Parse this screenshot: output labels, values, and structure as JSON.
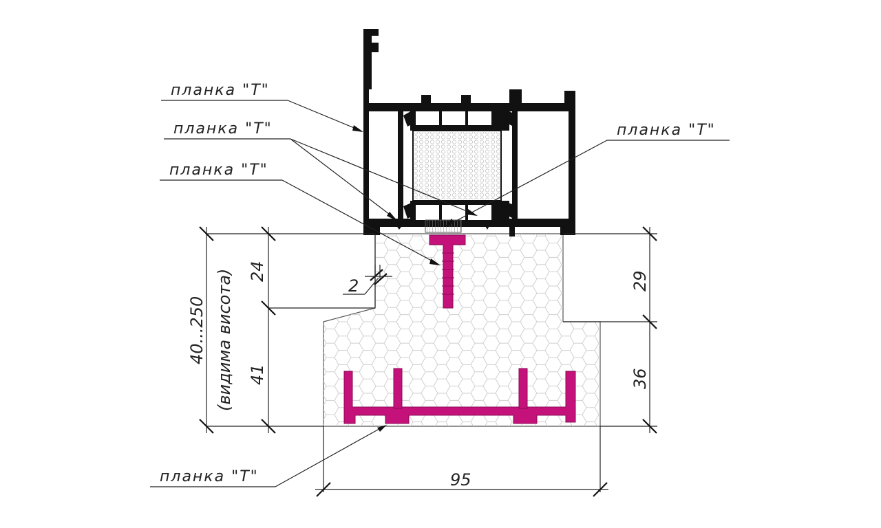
{
  "labels": {
    "plank_t": "планка \"T\""
  },
  "dimensions": {
    "d24": "24",
    "d41": "41",
    "d29": "29",
    "d36": "36",
    "d95": "95",
    "d2": "2",
    "range": "40...250",
    "visible_height": "(видима висота)"
  },
  "colors": {
    "profile": "#111111",
    "insert_t": "#c4127a",
    "foam_pattern": "#d8d8d8"
  }
}
